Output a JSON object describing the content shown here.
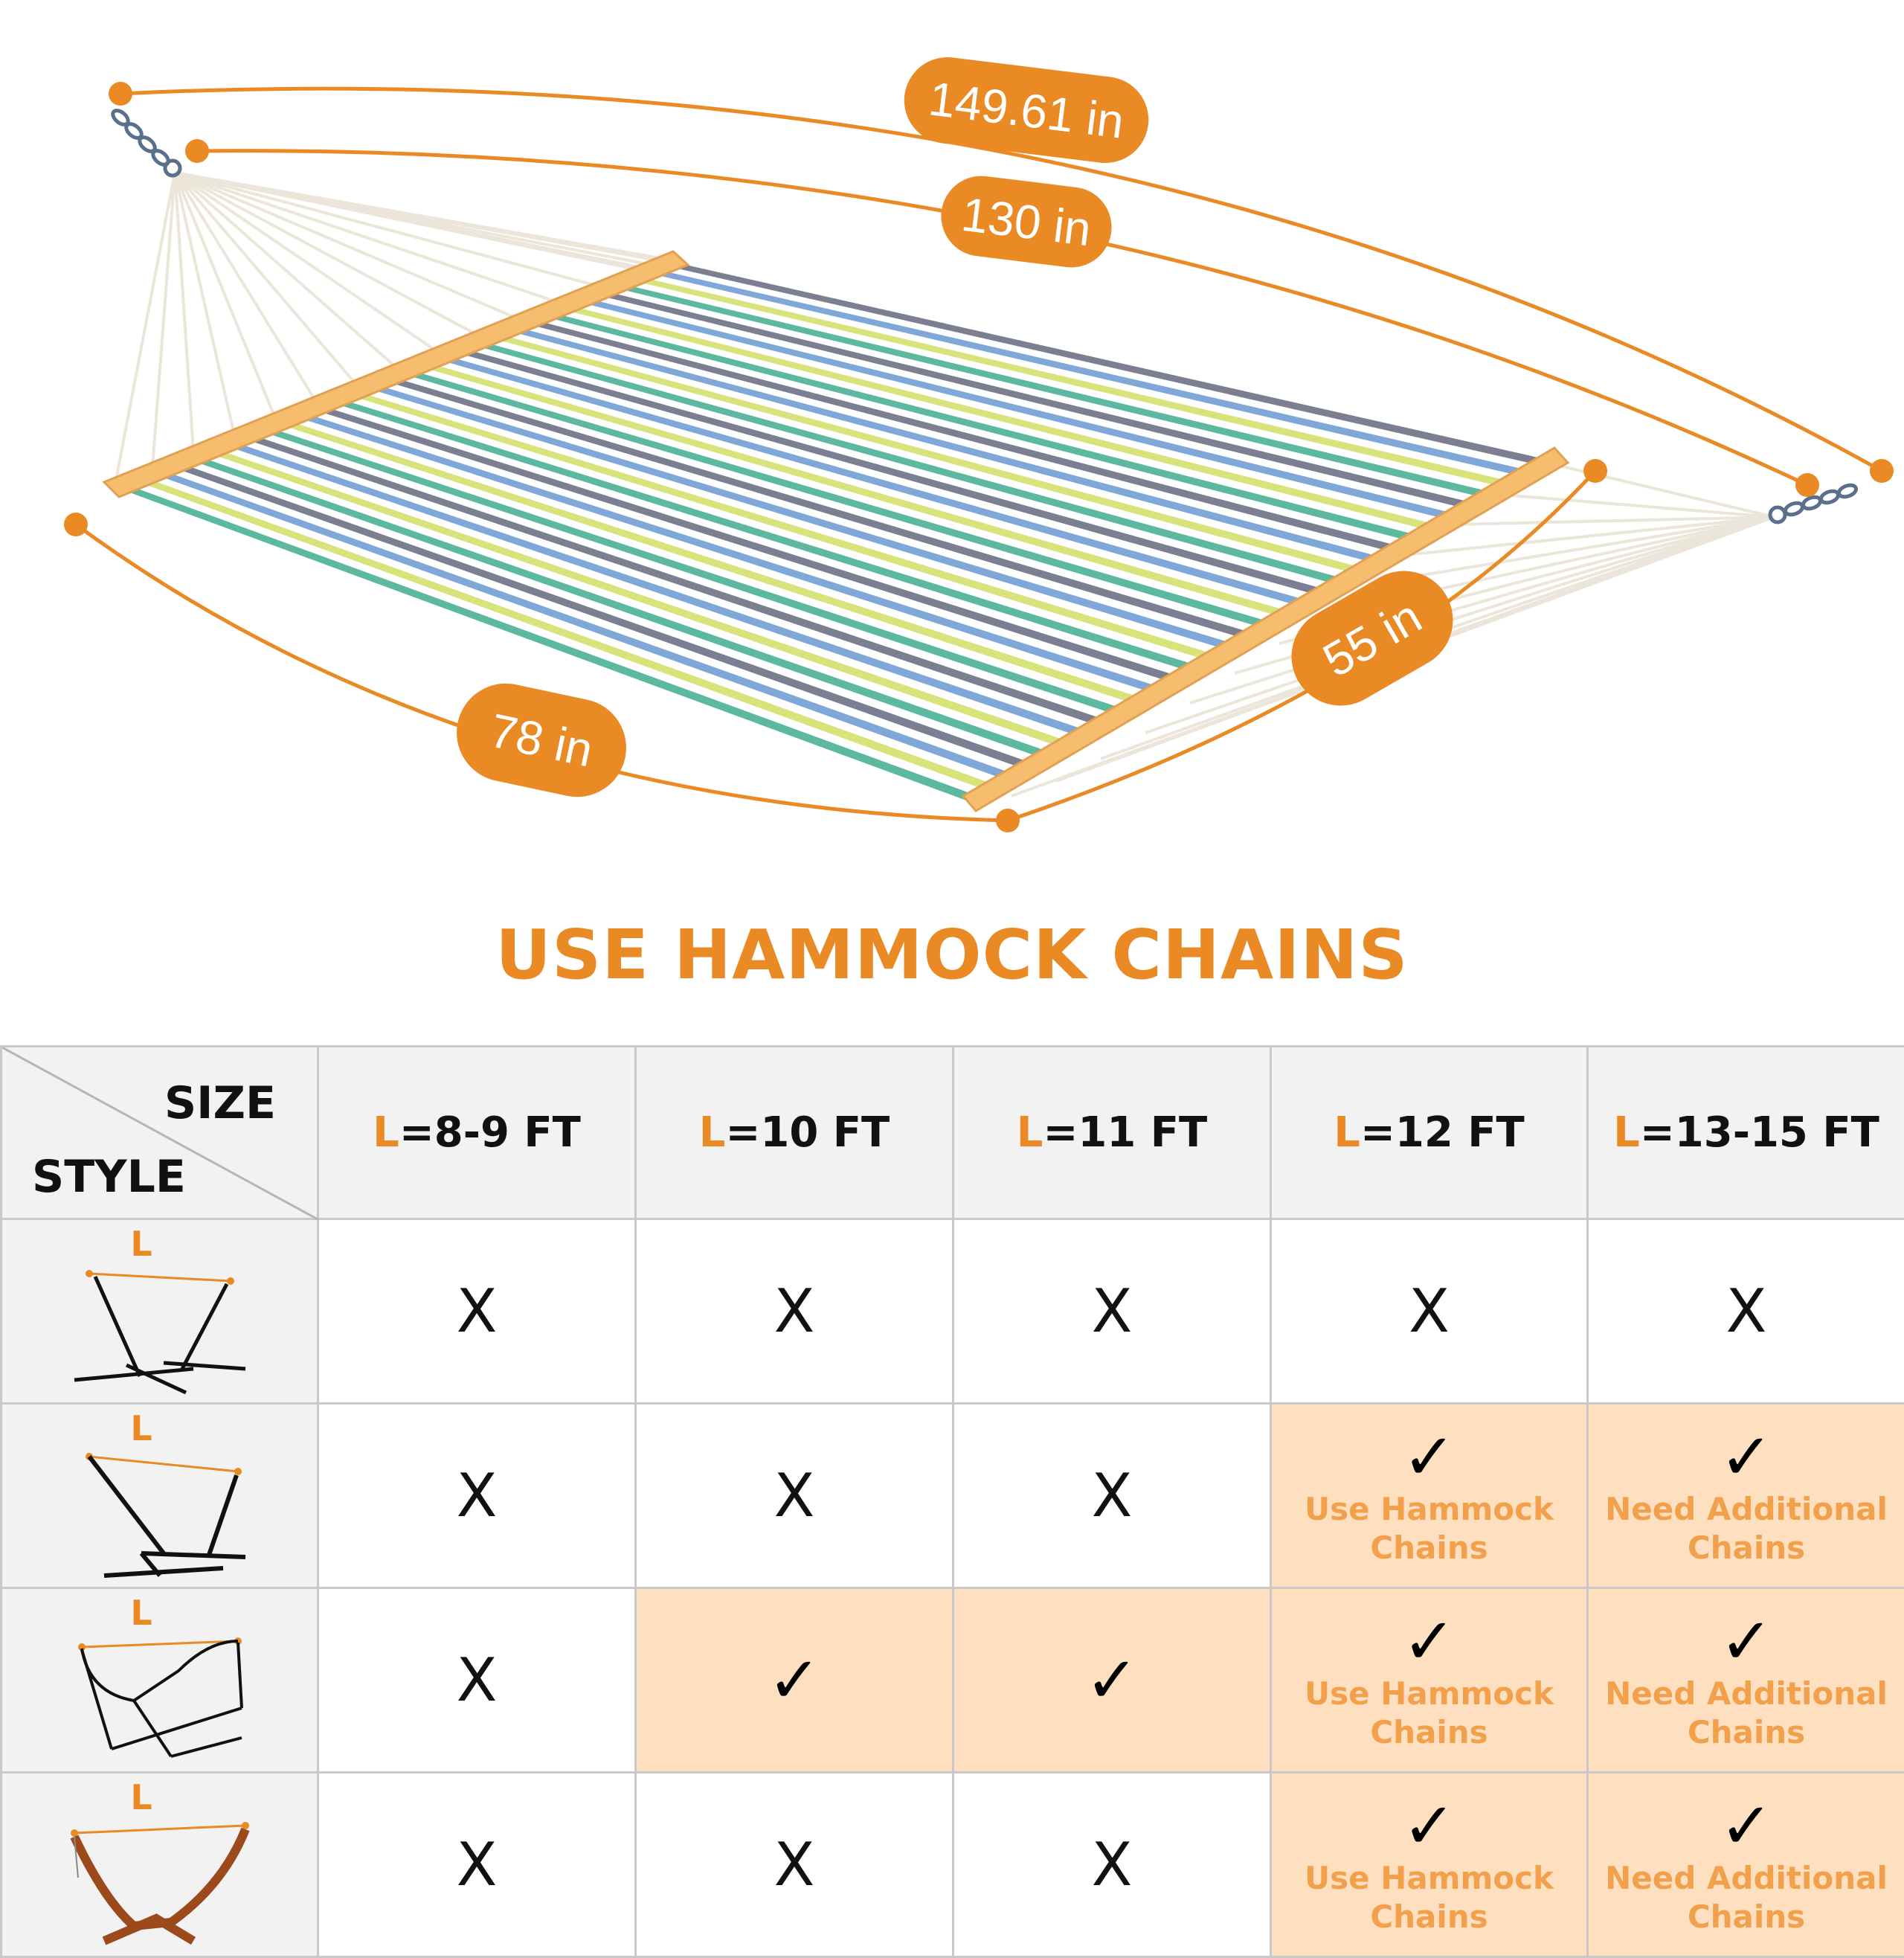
{
  "dimensions": {
    "length_total": "149.61 in",
    "length_bed_spread": "130 in",
    "bed_length": "78 in",
    "bed_width": "55 in"
  },
  "title": "USE HAMMOCK CHAINS",
  "table": {
    "corner_top": "SIZE",
    "corner_bottom": "STYLE",
    "length_letter": "L",
    "sizes": [
      "=8-9 FT",
      "=10 FT",
      "=11 FT",
      "=12 FT",
      "=13-15 FT"
    ],
    "stand_styles": [
      {
        "label": "L",
        "icon": "steel-x-stand-icon"
      },
      {
        "label": "L",
        "icon": "heavy-duty-stand-icon"
      },
      {
        "label": "L",
        "icon": "space-saving-stand-icon"
      },
      {
        "label": "L",
        "icon": "wooden-arc-stand-icon"
      }
    ],
    "rows": [
      [
        {
          "mark": "X",
          "highlight": false,
          "note": ""
        },
        {
          "mark": "X",
          "highlight": false,
          "note": ""
        },
        {
          "mark": "X",
          "highlight": false,
          "note": ""
        },
        {
          "mark": "X",
          "highlight": false,
          "note": ""
        },
        {
          "mark": "X",
          "highlight": false,
          "note": ""
        }
      ],
      [
        {
          "mark": "X",
          "highlight": false,
          "note": ""
        },
        {
          "mark": "X",
          "highlight": false,
          "note": ""
        },
        {
          "mark": "X",
          "highlight": false,
          "note": ""
        },
        {
          "mark": "✓",
          "highlight": true,
          "note": "Use Hammock Chains"
        },
        {
          "mark": "✓",
          "highlight": true,
          "note": "Need Additional Chains"
        }
      ],
      [
        {
          "mark": "X",
          "highlight": false,
          "note": ""
        },
        {
          "mark": "✓",
          "highlight": true,
          "note": ""
        },
        {
          "mark": "✓",
          "highlight": true,
          "note": ""
        },
        {
          "mark": "✓",
          "highlight": true,
          "note": "Use Hammock Chains"
        },
        {
          "mark": "✓",
          "highlight": true,
          "note": "Need Additional Chains"
        }
      ],
      [
        {
          "mark": "X",
          "highlight": false,
          "note": ""
        },
        {
          "mark": "X",
          "highlight": false,
          "note": ""
        },
        {
          "mark": "X",
          "highlight": false,
          "note": ""
        },
        {
          "mark": "✓",
          "highlight": true,
          "note": "Use Hammock Chains"
        },
        {
          "mark": "✓",
          "highlight": true,
          "note": "Need Additional Chains"
        }
      ]
    ]
  },
  "colors": {
    "accent_orange": "#E98A25",
    "highlight_fill": "#FEE0C0",
    "header_fill": "#F2F2F2",
    "stripe_green": "#5CB9A0",
    "stripe_lime": "#D9E37C",
    "stripe_blue": "#7FA8D8",
    "stripe_gray": "#7C7E92"
  }
}
